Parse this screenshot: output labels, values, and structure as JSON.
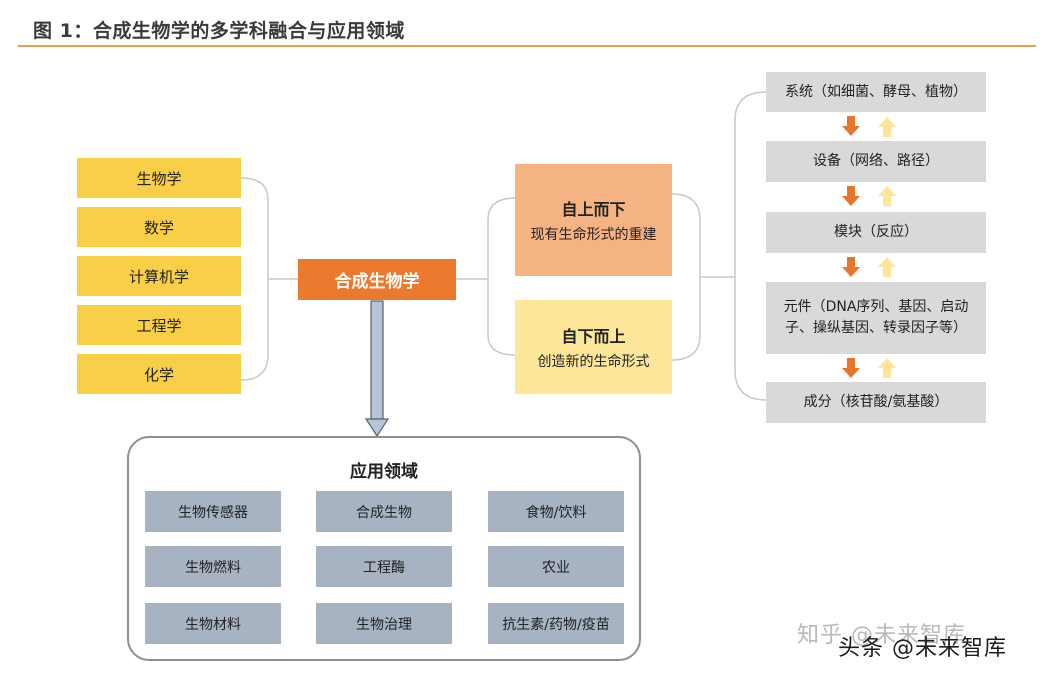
{
  "figure_title": "图 1：合成生物学的多学科融合与应用领域",
  "disciplines": [
    "生物学",
    "数学",
    "计算机学",
    "工程学",
    "化学"
  ],
  "center": "合成生物学",
  "approaches": [
    {
      "heading": "自上而下",
      "sub": "现有生命形式的重建",
      "color": "#f5b383"
    },
    {
      "heading": "自下而上",
      "sub": "创造新的生命形式",
      "color": "#fde59a"
    }
  ],
  "hierarchy": [
    "系统（如细菌、酵母、植物）",
    "设备（网络、路径）",
    "模块（反应）",
    "元件（DNA序列、基因、启动子、操纵基因、转录因子等）",
    "成分（核苷酸/氨基酸）"
  ],
  "applications": {
    "title": "应用领域",
    "items": [
      "生物传感器",
      "合成生物",
      "食物/饮料",
      "生物燃料",
      "工程酶",
      "农业",
      "生物材料",
      "生物治理",
      "抗生素/药物/疫苗"
    ]
  },
  "watermark": {
    "line1": "知乎 @未来智库",
    "line2": "头条 @未来智库"
  },
  "colors": {
    "accent": "#ec7a2e",
    "discipline": "#f8cf46",
    "down_arrow": "#e8762a",
    "up_arrow": "#fde59a"
  }
}
